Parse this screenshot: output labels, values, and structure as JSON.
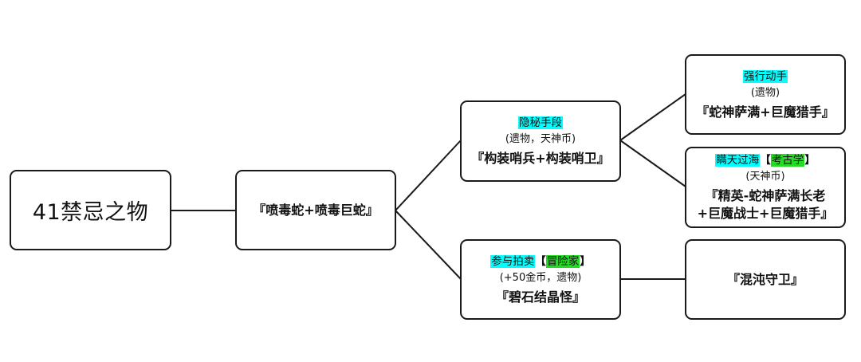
{
  "root": {
    "label": "41禁忌之物"
  },
  "level1": {
    "label": "『喷毒蛇+喷毒巨蛇』"
  },
  "branch_upper": {
    "action": "隐秘手段",
    "reward": "(遗物，天神币)",
    "result": "『构装哨兵+构装哨卫』"
  },
  "branch_lower": {
    "action": "参与拍卖",
    "bracket_open": "【",
    "requirement": "冒险家",
    "bracket_close": "】",
    "reward": "(+50金币，遗物)",
    "result": "『碧石结晶怪』"
  },
  "leaf_top": {
    "action": "强行动手",
    "reward": "(遗物)",
    "result": "『蛇神萨满+巨魔猎手』"
  },
  "leaf_middle": {
    "action": "瞒天过海",
    "bracket_open": "【",
    "requirement": "考古学",
    "bracket_close": "】",
    "reward": "(天神币)",
    "result_line1": "『精英-蛇神萨满长老",
    "result_line2": "+巨魔战士+巨魔猎手』"
  },
  "leaf_bottom": {
    "result": "『混沌守卫』"
  },
  "colors": {
    "highlight_action": "#00ffff",
    "highlight_requirement": "#22dd22",
    "border": "#1a1a1a"
  }
}
